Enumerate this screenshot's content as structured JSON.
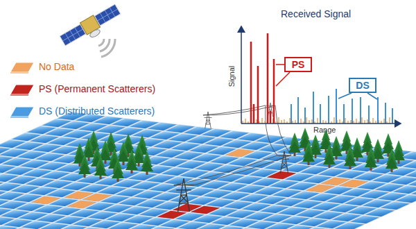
{
  "diagram": {
    "nodes": [
      {
        "text": [
          "PS"
        ]
      },
      {
        "text": [
          "DS"
        ]
      }
    ],
    "labels": [
      "Received Signal",
      "Signal",
      "Range"
    ],
    "legend": [
      {
        "text": "No Data",
        "color": "#f0a35e"
      },
      {
        "text": "PS (Permanent Scatterers)",
        "color": "#c0241c"
      },
      {
        "text": "DS (Distributed Scatterers)",
        "color": "#4a9be0"
      }
    ]
  }
}
